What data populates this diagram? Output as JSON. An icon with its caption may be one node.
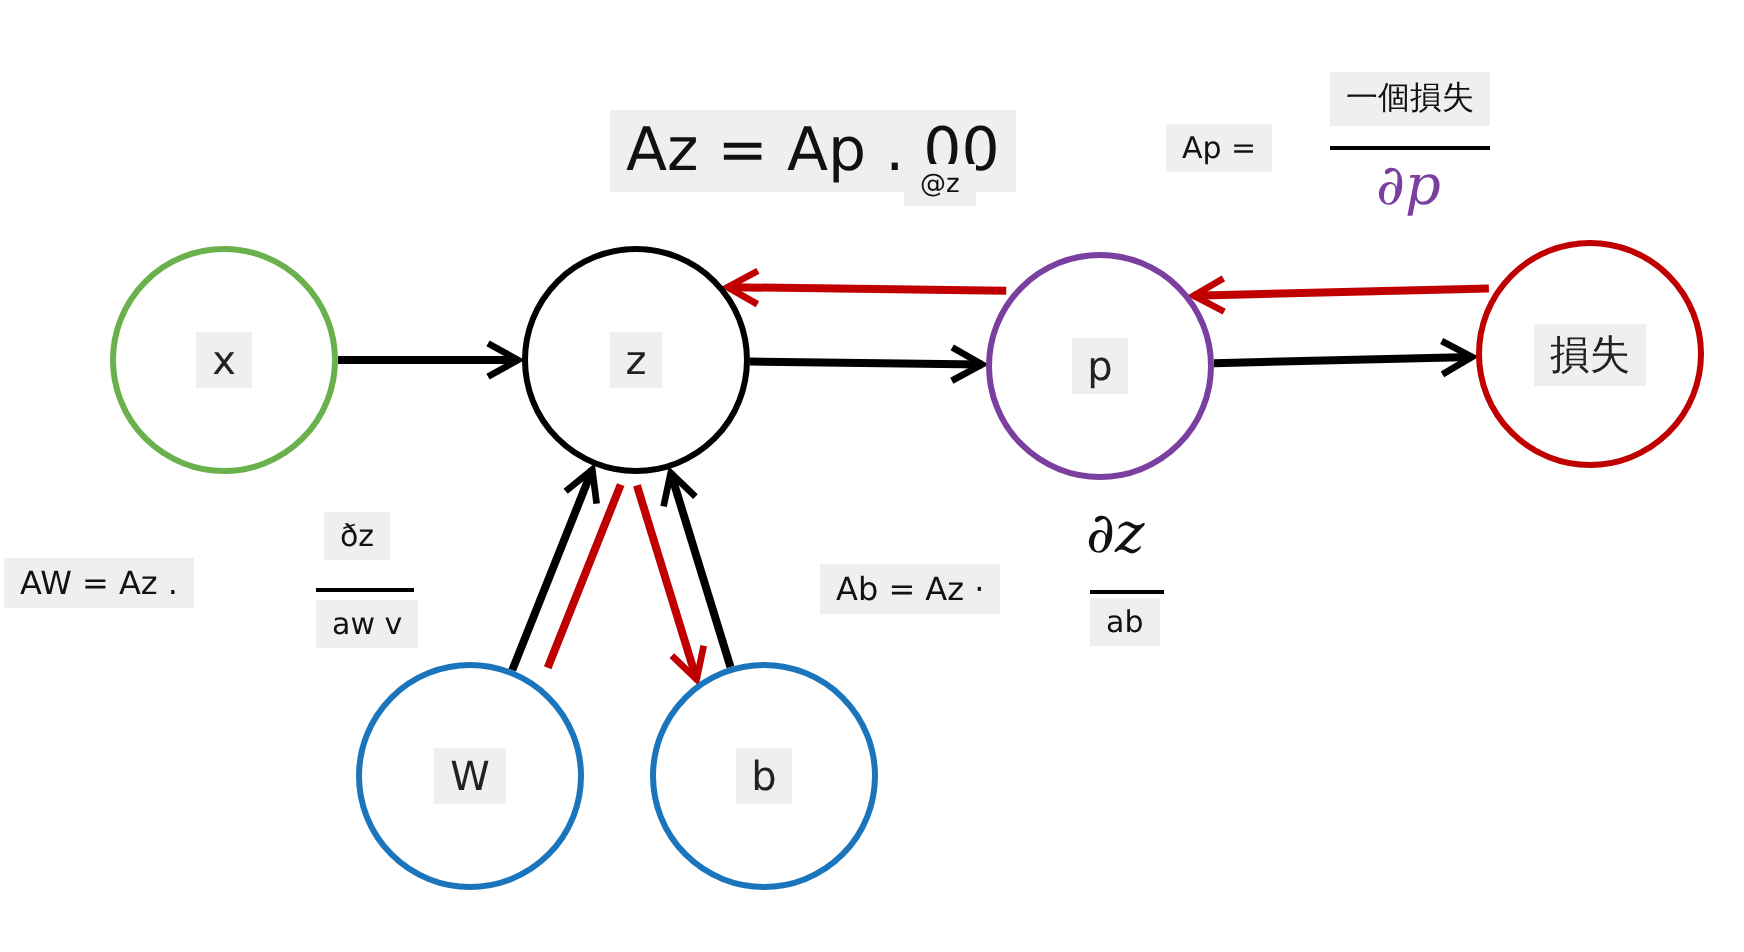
{
  "diagram": {
    "nodes": [
      {
        "text": [
          "x"
        ]
      },
      {
        "text": [
          "z"
        ]
      },
      {
        "text": [
          "p"
        ]
      },
      {
        "text": [
          "損失"
        ]
      },
      {
        "text": [
          "W"
        ]
      },
      {
        "text": [
          "b"
        ]
      }
    ],
    "edges": [
      {
        "from": 0,
        "to": 1,
        "arrow": "to"
      },
      {
        "from": 1,
        "to": 2,
        "arrow": "to"
      },
      {
        "from": 2,
        "to": 3,
        "arrow": "to"
      },
      {
        "from": 4,
        "to": 1,
        "arrow": "to"
      },
      {
        "from": 5,
        "to": 1,
        "arrow": "to"
      },
      {
        "from": 2,
        "to": 1,
        "arrow": "to",
        "color": "#c00000"
      },
      {
        "from": 3,
        "to": 2,
        "arrow": "to",
        "color": "#c00000"
      },
      {
        "from": 1,
        "to": 4,
        "arrow": "none",
        "color": "#c00000"
      },
      {
        "from": 1,
        "to": 5,
        "arrow": "to",
        "color": "#c00000"
      }
    ],
    "labels": [
      "Az = Ap . 00",
      "@z",
      "一個損失",
      "Ap =",
      "∂p",
      "ðz",
      "AW = Az .",
      "aw v",
      "∂z",
      "Ab = Az ·",
      "ab"
    ]
  }
}
